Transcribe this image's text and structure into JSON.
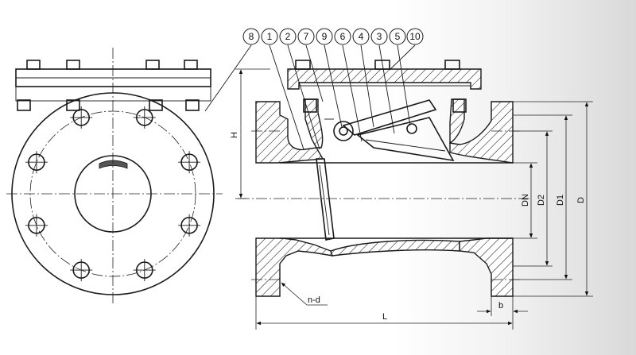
{
  "balloons": [
    "8",
    "1",
    "2",
    "7",
    "9",
    "6",
    "4",
    "3",
    "5",
    "10"
  ],
  "dimensions": {
    "H": "H",
    "DN": "DN",
    "D2": "D2",
    "D1": "D1",
    "D": "D",
    "L": "L",
    "b": "b",
    "nd": "n-d"
  }
}
